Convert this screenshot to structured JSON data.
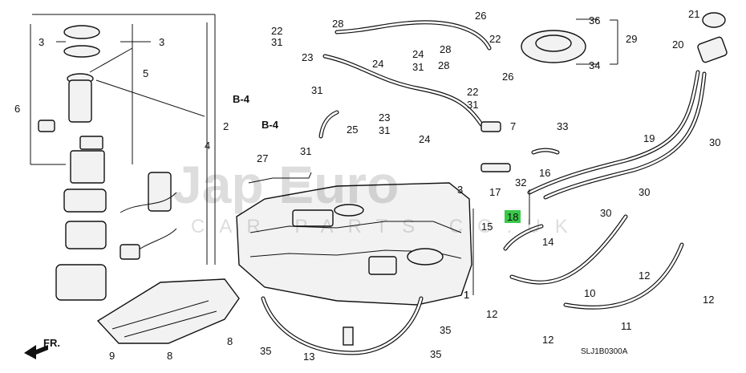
{
  "diagram": {
    "code": "SLJ1B0300A",
    "front_arrow": "FR.",
    "refs": [
      "B-4",
      "B-4"
    ],
    "watermark": {
      "main": "Jap Euro",
      "sub": "CAR PARTS CO.UK"
    },
    "highlight_color": "#39c84a",
    "highlighted_part": "18",
    "callouts": [
      "22",
      "31",
      "28",
      "26",
      "36",
      "21",
      "3",
      "3",
      "29",
      "20",
      "5",
      "23",
      "24",
      "24",
      "31",
      "28",
      "22",
      "34",
      "6",
      "26",
      "31",
      "25",
      "23",
      "31",
      "22",
      "31",
      "1",
      "2",
      "4",
      "31",
      "27",
      "24",
      "7",
      "33",
      "19",
      "30",
      "16",
      "32",
      "17",
      "18",
      "15",
      "14",
      "30",
      "30",
      "3",
      "10",
      "12",
      "12",
      "1",
      "11",
      "12",
      "12",
      "9",
      "8",
      "35",
      "13",
      "35",
      "35",
      "8",
      "28"
    ]
  }
}
